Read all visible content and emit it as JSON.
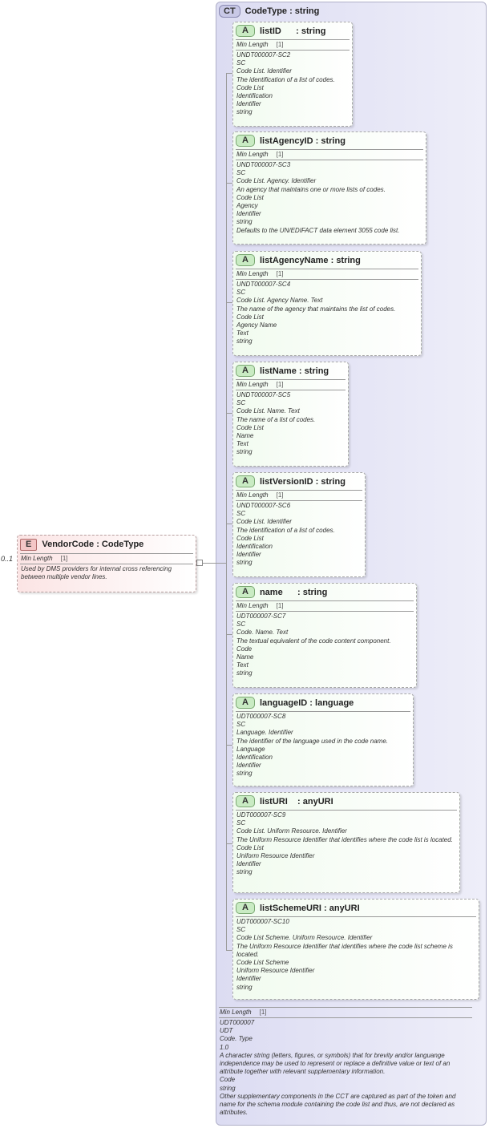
{
  "element": {
    "badge": "E",
    "name": "VendorCode",
    "type": "CodeType",
    "cardinality": "0..1",
    "facet_label": "Min Length",
    "facet_value": "[1]",
    "doc": [
      "Used by DMS providers for internal cross referencing",
      "between multiple vendor lines."
    ]
  },
  "complex_type": {
    "badge": "CT",
    "title": "CodeType : string",
    "facet_label": "Min Length",
    "facet_value": "[1]",
    "doc": [
      "UDT000007",
      "UDT",
      "Code. Type",
      "1.0",
      "A character string (letters, figures, or symbols) that for brevity and/or languange independence may be used to represent or replace a definitive value or text of an attribute together with relevant supplementary information.",
      "Code",
      "string",
      "Other supplementary components in the CCT are captured as part of the token and name for the schema module containing the code list and thus, are not declared as attributes."
    ]
  },
  "attributes": [
    {
      "badge": "A",
      "name": "listID      : string",
      "facet_label": "Min Length",
      "facet_value": "[1]",
      "doc": [
        "UNDT000007-SC2",
        "SC",
        "Code List. Identifier",
        "The identification of a list of codes.",
        "Code List",
        "Identification",
        "Identifier",
        "string"
      ]
    },
    {
      "badge": "A",
      "name": "listAgencyID : string",
      "facet_label": "Min Length",
      "facet_value": "[1]",
      "doc": [
        "UNDT000007-SC3",
        "SC",
        "Code List. Agency. Identifier",
        "An agency that maintains one or more lists of codes.",
        "Code List",
        "Agency",
        "Identifier",
        "string",
        "Defaults to the UN/EDIFACT data element 3055 code list."
      ]
    },
    {
      "badge": "A",
      "name": "listAgencyName : string",
      "facet_label": "Min Length",
      "facet_value": "[1]",
      "doc": [
        "UNDT000007-SC4",
        "SC",
        "Code List. Agency Name. Text",
        "The name of the agency that maintains the list of codes.",
        "Code List",
        "Agency Name",
        "Text",
        "string"
      ]
    },
    {
      "badge": "A",
      "name": "listName : string",
      "facet_label": "Min Length",
      "facet_value": "[1]",
      "doc": [
        "UNDT000007-SC5",
        "SC",
        "Code List. Name. Text",
        "The name of a list of codes.",
        "Code List",
        "Name",
        "Text",
        "string"
      ]
    },
    {
      "badge": "A",
      "name": "listVersionID : string",
      "facet_label": "Min Length",
      "facet_value": "[1]",
      "doc": [
        "UNDT000007-SC6",
        "SC",
        "Code List. Identifier",
        "The identification of a list of codes.",
        "Code List",
        "Identification",
        "Identifier",
        "string"
      ]
    },
    {
      "badge": "A",
      "name": "name      : string",
      "facet_label": "Min Length",
      "facet_value": "[1]",
      "doc": [
        "UDT000007-SC7",
        "SC",
        "Code. Name. Text",
        "The textual equivalent of the code content component.",
        "Code",
        "Name",
        "Text",
        "string"
      ]
    },
    {
      "badge": "A",
      "name": "languageID : language",
      "doc": [
        "UDT000007-SC8",
        "SC",
        "Language. Identifier",
        "The identifier of the language used in the code name.",
        "Language",
        "Identification",
        "Identifier",
        "string"
      ]
    },
    {
      "badge": "A",
      "name": "listURI    : anyURI",
      "doc": [
        "UDT000007-SC9",
        "SC",
        "Code List. Uniform Resource. Identifier",
        "The Uniform Resource Identifier that identifies where the code list is located.",
        "Code List",
        "Uniform Resource Identifier",
        "Identifier",
        "string"
      ]
    },
    {
      "badge": "A",
      "name": "listSchemeURI : anyURI",
      "doc": [
        "UDT000007-SC10",
        "SC",
        "Code List Scheme. Uniform Resource. Identifier",
        "The Uniform Resource Identifier that identifies where the code list scheme is located.",
        "Code List Scheme",
        "Uniform Resource Identifier",
        "Identifier",
        "string"
      ]
    }
  ]
}
